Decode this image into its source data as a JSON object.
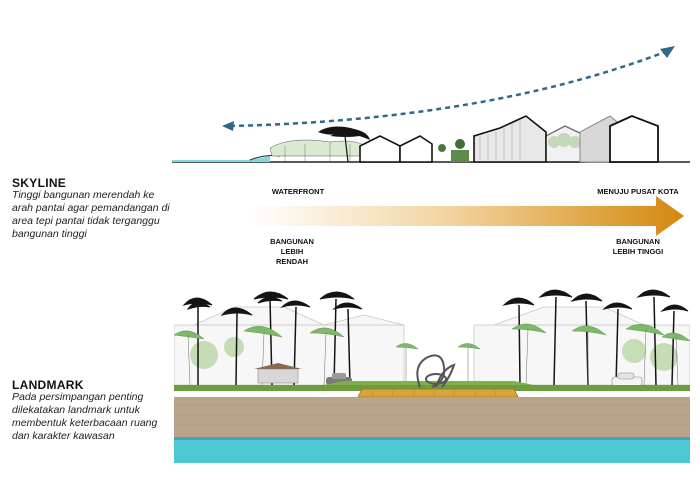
{
  "skyline": {
    "title": "SKYLINE",
    "description": "Tinggi bangunan merendah ke arah pantai agar pemandangan di area tepi pantai tidak terganggu bangunan tinggi",
    "arrow": {
      "left_label": "WATERFRONT",
      "right_label": "MENUJU PUSAT KOTA",
      "left_sub_label": "BANGUNAN LEBIH RENDAH",
      "right_sub_label": "BANGUNAN LEBIH TINGGI"
    }
  },
  "landmark": {
    "title": "LANDMARK",
    "description": "Pada persimpangan penting dilekatakan landmark untuk membentuk keterbacaan ruang dan karakter kawasan"
  },
  "colors": {
    "arrow_gradient_end": "#d4880f",
    "dashed_arrow": "#2e6a86",
    "water": "#4fc6d3",
    "ground": "#b9a38a",
    "grass": "#6e9d3d",
    "deck": "#d9a43a",
    "palm_dark": "#141414",
    "palm_green": "#7fb86a"
  },
  "icons": [
    "dashed-arrow-icon",
    "gradient-arrow-icon",
    "palm-tree-icon",
    "landmark-sculpture-icon",
    "car-icon",
    "gazebo-icon"
  ]
}
